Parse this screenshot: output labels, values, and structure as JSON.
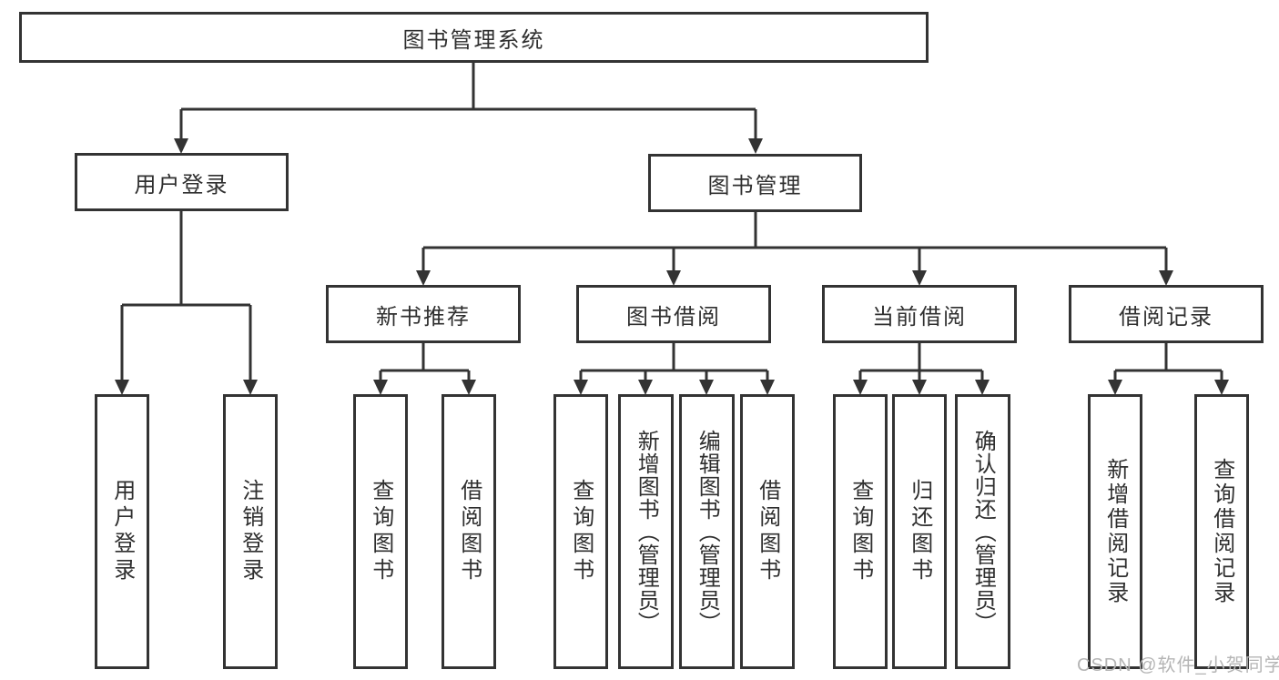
{
  "diagram": {
    "root": {
      "label": "图书管理系统"
    },
    "level2": {
      "user_login": {
        "label": "用户登录"
      },
      "book_mgmt": {
        "label": "图书管理"
      }
    },
    "level3": {
      "new_book_rec": {
        "label": "新书推荐"
      },
      "book_borrow": {
        "label": "图书借阅"
      },
      "current_borrow": {
        "label": "当前借阅"
      },
      "borrow_record": {
        "label": "借阅记录"
      }
    },
    "leaves": {
      "user_login_leaf": {
        "label": "用户登录"
      },
      "logout_leaf": {
        "label": "注销登录"
      },
      "nbr_query_books": {
        "label": "查询图书"
      },
      "nbr_borrow_books": {
        "label": "借阅图书"
      },
      "bb_query_books": {
        "label": "查询图书"
      },
      "bb_add_books": {
        "label": "新增图书（管理员）"
      },
      "bb_edit_books": {
        "label": "编辑图书（管理员）"
      },
      "bb_borrow_books": {
        "label": "借阅图书"
      },
      "cb_query_books": {
        "label": "查询图书"
      },
      "cb_return_books": {
        "label": "归还图书"
      },
      "cb_confirm_return": {
        "label": "确认归还（管理员）"
      },
      "br_add_record": {
        "label": "新增借阅记录"
      },
      "br_query_record": {
        "label": "查询借阅记录"
      }
    },
    "hierarchy": {
      "图书管理系统": {
        "用户登录": [
          "用户登录",
          "注销登录"
        ],
        "图书管理": {
          "新书推荐": [
            "查询图书",
            "借阅图书"
          ],
          "图书借阅": [
            "查询图书",
            "新增图书（管理员）",
            "编辑图书（管理员）",
            "借阅图书"
          ],
          "当前借阅": [
            "查询图书",
            "归还图书",
            "确认归还（管理员）"
          ],
          "借阅记录": [
            "新增借阅记录",
            "查询借阅记录"
          ]
        }
      }
    },
    "watermark": "CSDN @软件_小贺同学",
    "colors": {
      "line": "#333333",
      "box_border": "#333333",
      "text": "#2f2f2f",
      "watermark": "#b5b5b5",
      "background": "#ffffff"
    }
  }
}
